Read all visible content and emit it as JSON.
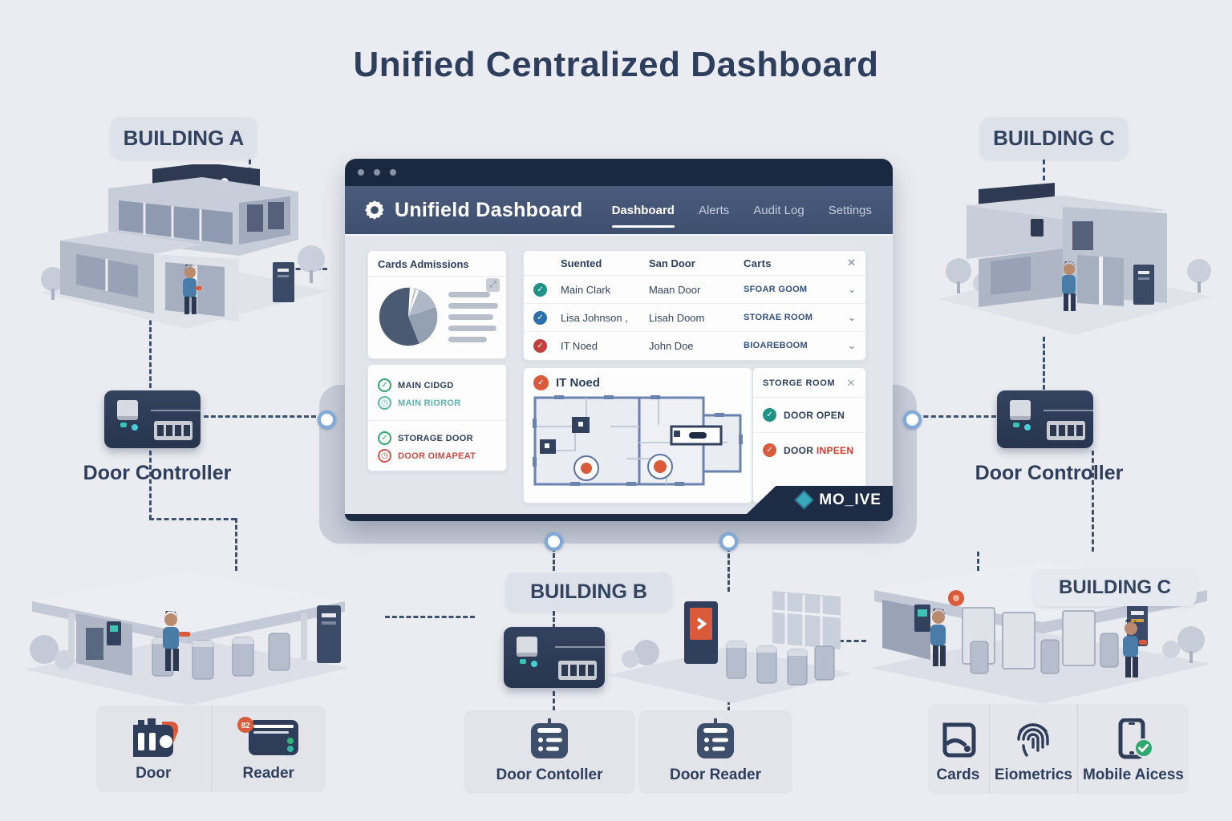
{
  "page": {
    "title": "Unified Centralized Dashboard"
  },
  "buildings": {
    "a": {
      "label": "BUILDING A"
    },
    "b": {
      "label": "BUILDING B"
    },
    "c_top": {
      "label": "BUILDING C"
    },
    "c_bottom": {
      "label": "BUILDING C"
    }
  },
  "controllers": {
    "left_label": "Door Controller",
    "right_label": "Door Controller"
  },
  "dashboard": {
    "app_title": "Unifield Dashboard",
    "nav": [
      {
        "label": "Dashboard"
      },
      {
        "label": "Alerts"
      },
      {
        "label": "Audit Log"
      },
      {
        "label": "Settings"
      }
    ],
    "admissions": {
      "title": "Cards Admissions",
      "expand_icon": "⤢"
    },
    "statuses": [
      {
        "main": "MAIN CIDGD",
        "sub": "MAIN RIOROR",
        "sub_state": "warn-teal"
      },
      {
        "main": "STORAGE DOOR",
        "sub": "DOOR OIMAPEAT",
        "sub_state": "alert-red"
      }
    ],
    "table": {
      "headers": [
        "Suented",
        "San Door",
        "Carts"
      ],
      "close_icon": "✕",
      "rows": [
        {
          "name": "Main Clark",
          "door": "Maan Door",
          "card": "SFOAR GOOM",
          "status": "teal"
        },
        {
          "name": "Lisa Johnson ,",
          "door": "Lisah Doom",
          "card": "STORAE ROOM",
          "status": "blue"
        },
        {
          "name": "IT Noed",
          "door": "John Doe",
          "card": "BIOAREBOOM",
          "status": "red"
        }
      ],
      "chevron_icon": "⌄"
    },
    "floorplan": {
      "title": "IT Noed"
    },
    "side_panel": {
      "title": "STORGE ROOM",
      "close_icon": "✕",
      "item_open": "DOOR OPEN",
      "item_alert_prefix": "DOOR",
      "item_alert_word": "INPEEN"
    },
    "live_badge": "MO_IVE"
  },
  "legend": {
    "door_label": "Door",
    "reader_label": "Reader",
    "reader_badge": "82",
    "door_controller_label": "Door Contoller",
    "door_reader_label": "Door Reader",
    "cards_label": "Cards",
    "biometrics_label": "Eiometrics",
    "mobile_label": "Mobile Aicess"
  },
  "colors": {
    "navy": "#2e3f5e",
    "accent_orange": "#d95b3b",
    "teal": "#1f9186",
    "blue": "#2d6fad",
    "red": "#c2403d",
    "green": "#2fa870",
    "badge_teal": "#3aa9bc"
  },
  "glyphs": {
    "check": "✓",
    "clock": "◷"
  }
}
